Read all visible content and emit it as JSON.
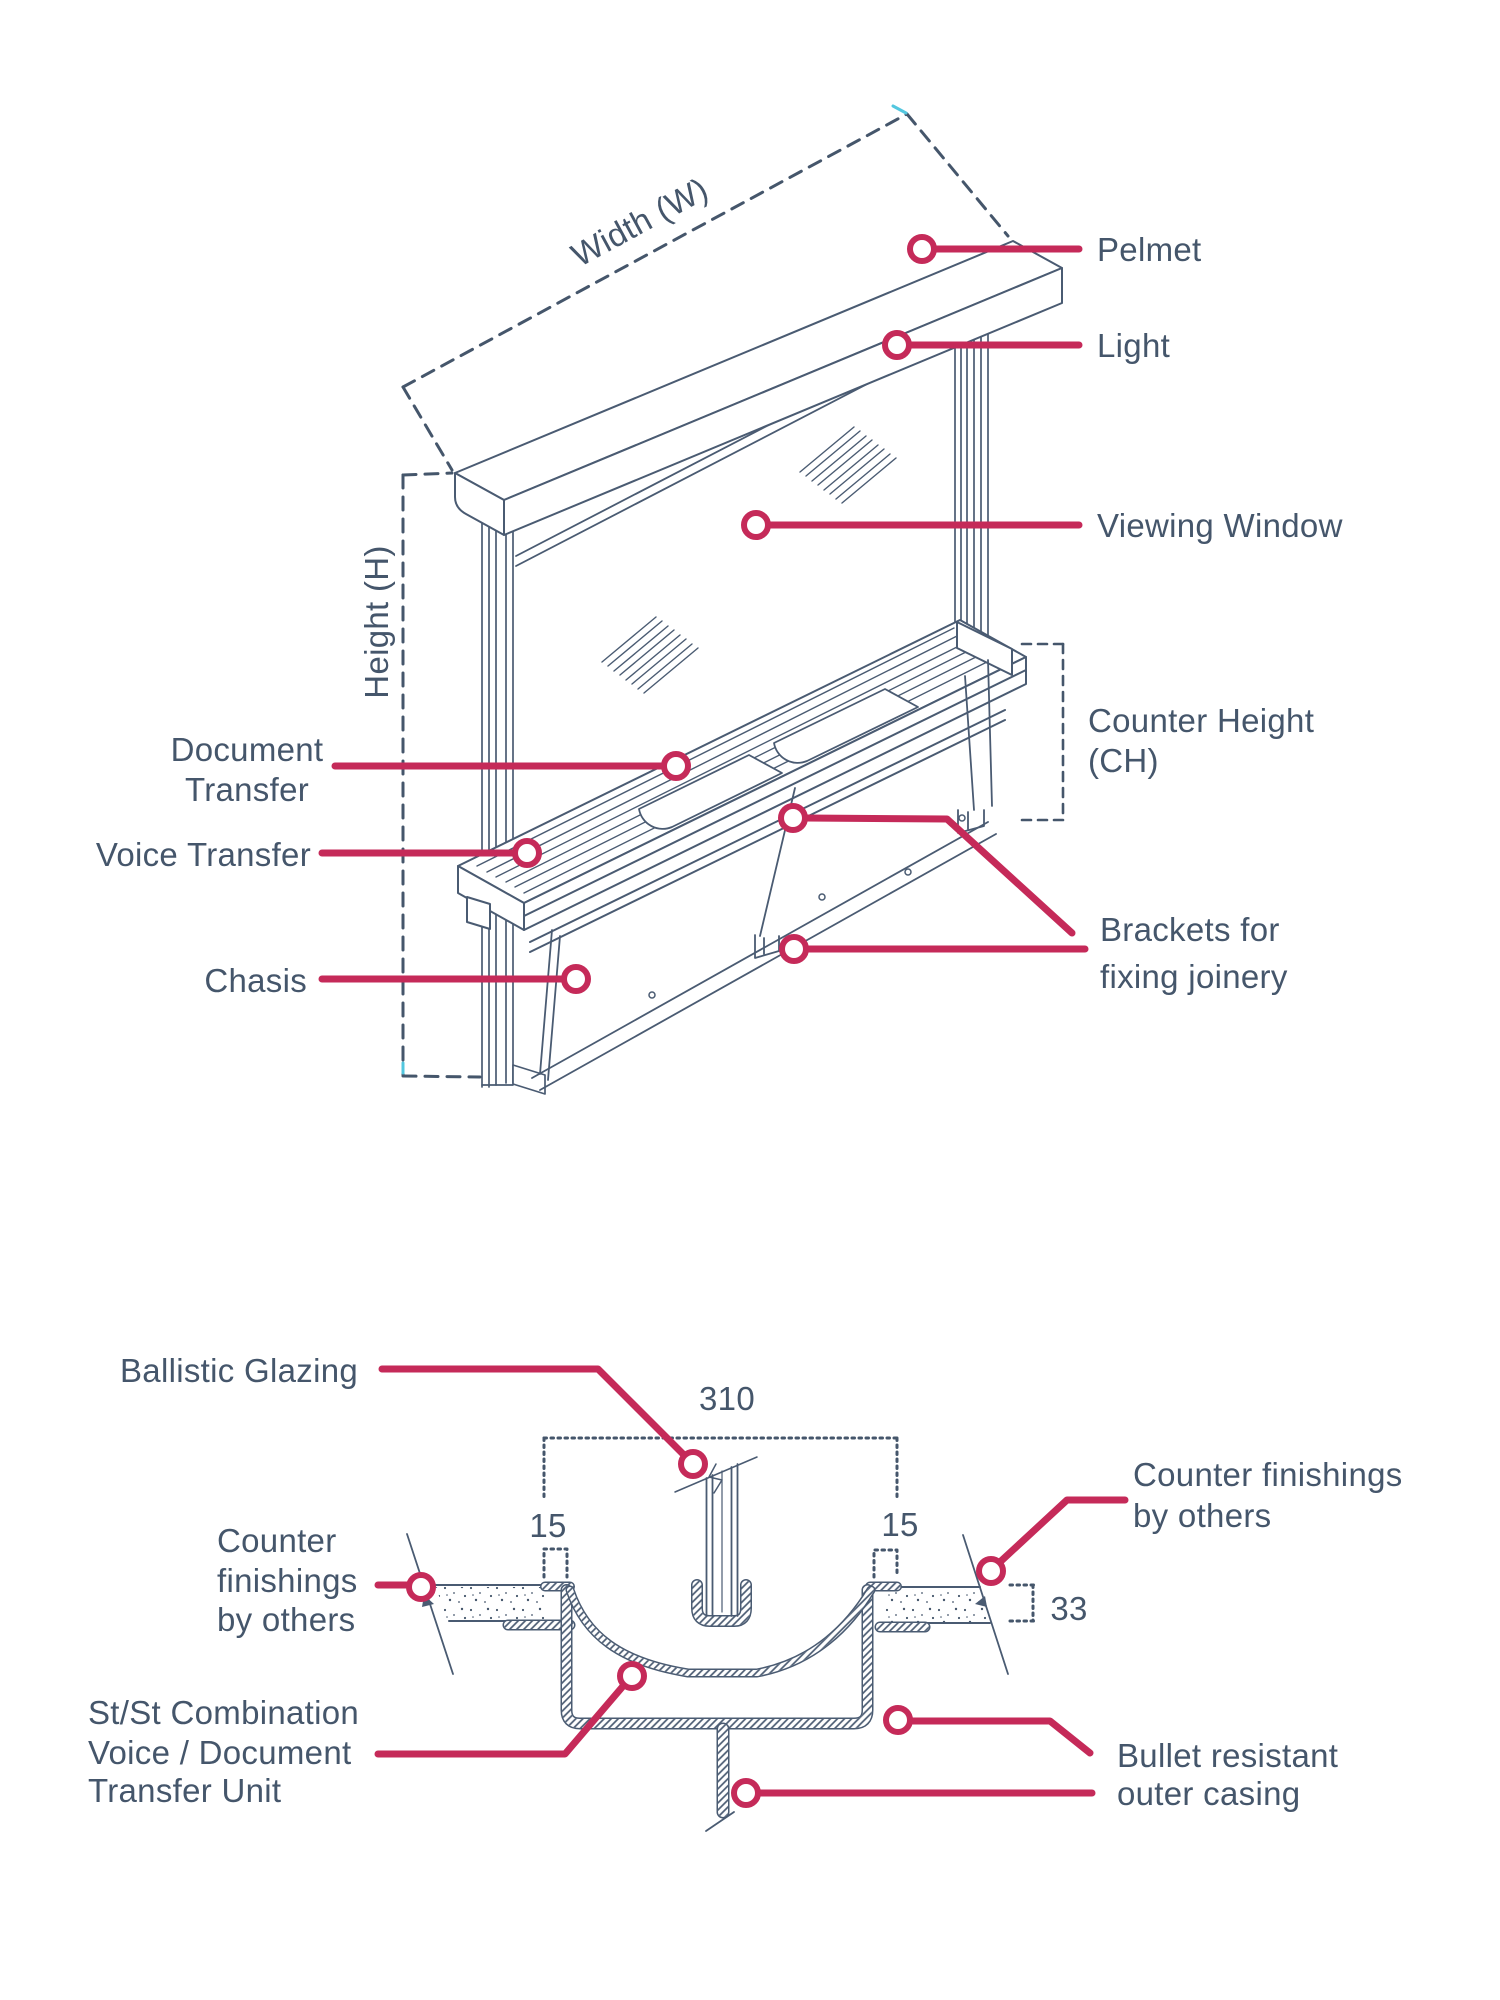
{
  "colors": {
    "ink": "#4A5B72",
    "text": "#45566B",
    "accent": "#C52A59",
    "highlight": "#53C7DF"
  },
  "isometric": {
    "dimension_labels": {
      "width": "Width (W)",
      "height": "Height (H)"
    },
    "labels": {
      "pelmet": "Pelmet",
      "light": "Light",
      "viewing_window": "Viewing Window",
      "counter_height": [
        "Counter Height",
        "(CH)"
      ],
      "document_transfer": [
        "Document",
        "Transfer"
      ],
      "voice_transfer": "Voice Transfer",
      "chasis": "Chasis",
      "brackets": [
        "Brackets for",
        "fixing joinery"
      ]
    }
  },
  "section": {
    "labels": {
      "ballistic_glazing": "Ballistic Glazing",
      "counter_finishings_left": [
        "Counter",
        "finishings",
        "by others"
      ],
      "counter_finishings_right": [
        "Counter finishings",
        "by others"
      ],
      "transfer_unit": [
        "St/St Combination",
        "Voice / Document",
        "Transfer Unit"
      ],
      "outer_casing": [
        "Bullet resistant",
        "outer casing"
      ]
    },
    "dimensions": {
      "glazing_channel_width": "310",
      "glazing_gap_left": "15",
      "glazing_gap_right": "15",
      "counter_thickness": "33"
    }
  }
}
